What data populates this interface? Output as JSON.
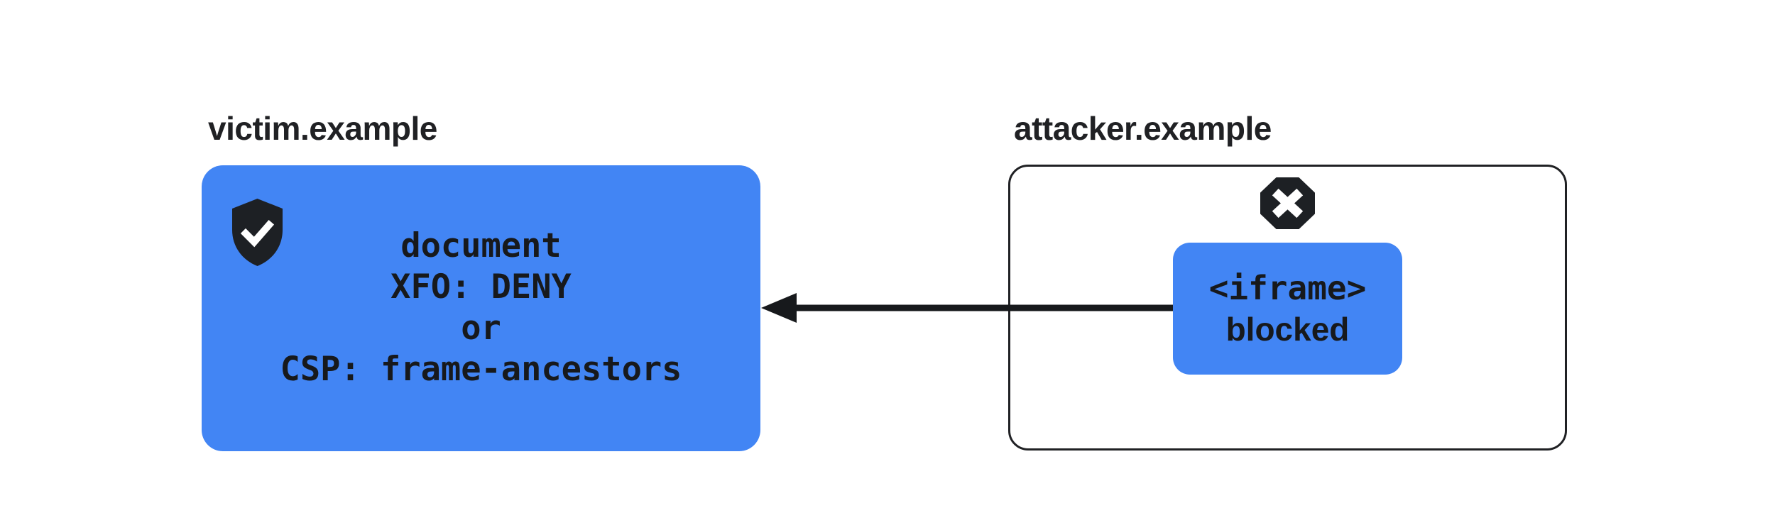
{
  "victim": {
    "domain_label": "victim.example",
    "box_lines": [
      "document",
      "XFO: DENY",
      "or",
      "CSP: frame-ancestors"
    ],
    "icon": "shield-check"
  },
  "attacker": {
    "domain_label": "attacker.example",
    "icon": "octagon-x",
    "iframe_label": "<iframe>",
    "iframe_status": "blocked"
  },
  "arrow": {
    "direction": "right-to-left",
    "from": "attacker.example iframe",
    "to": "victim.example document"
  },
  "colors": {
    "accent_blue": "#4285F4",
    "dark": "#202124",
    "background": "#FFFFFF"
  }
}
